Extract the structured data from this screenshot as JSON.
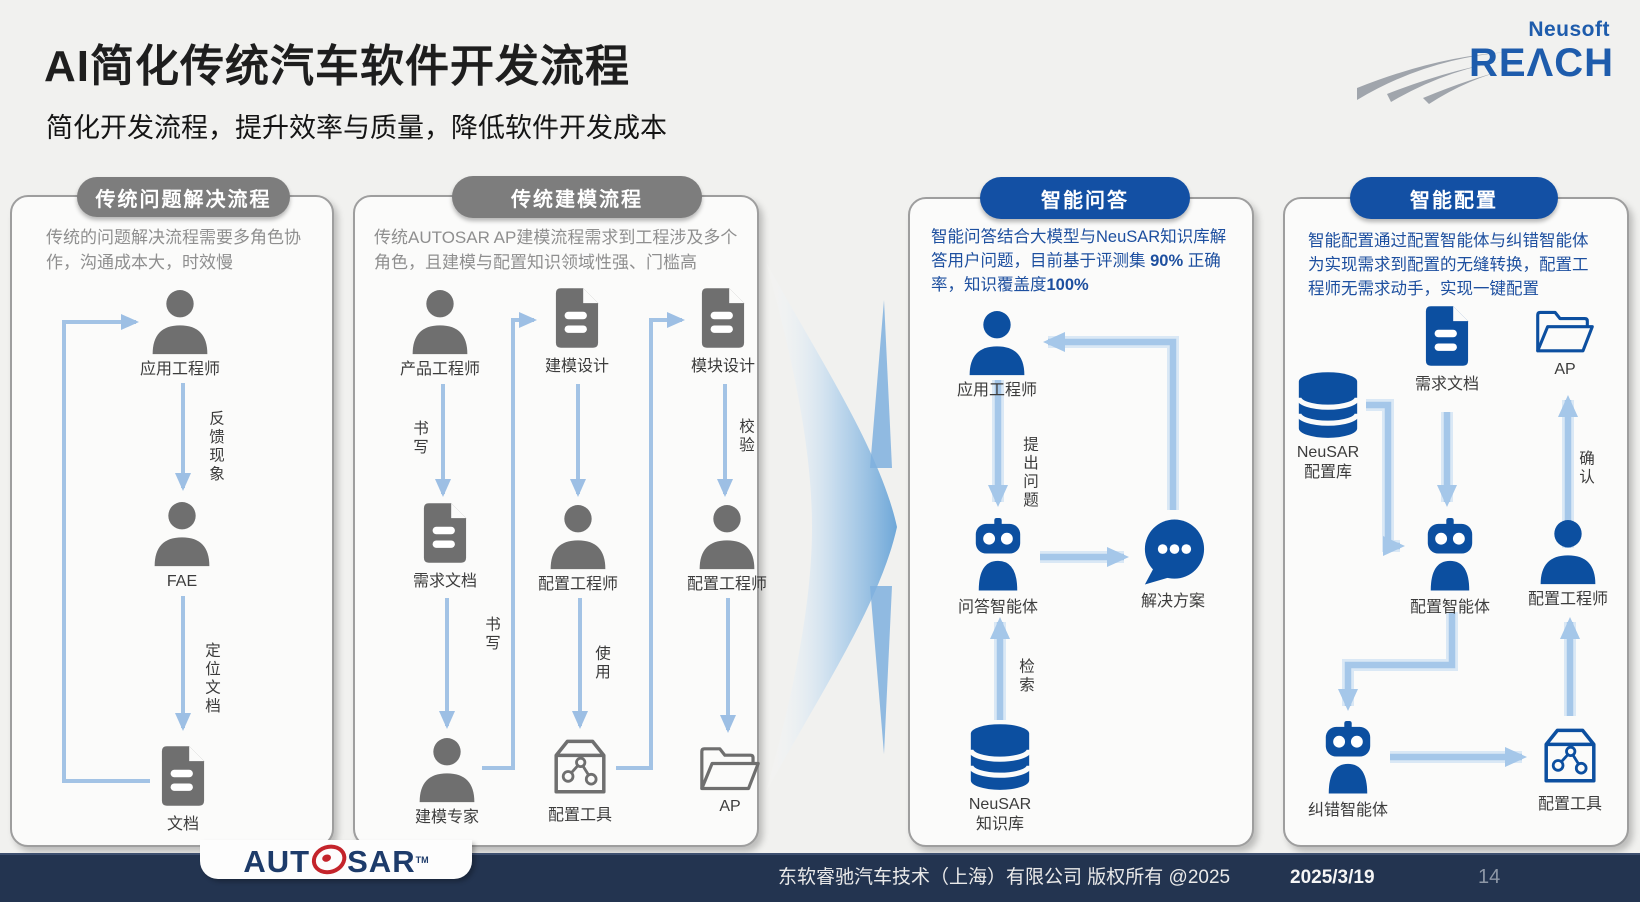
{
  "slide": {
    "title": "AI简化传统汽车软件开发流程",
    "subtitle": "简化开发流程，提升效率与质量，降低软件开发成本",
    "brand": {
      "company": "Neusoft",
      "product": "REΛCH"
    },
    "autosar": {
      "left": "AUT",
      "right": "SAR",
      "tm": "TM"
    },
    "footer": {
      "copyright": "东软睿驰汽车技术（上海）有限公司 版权所有 @2025",
      "date": "2025/3/19",
      "page": "14"
    }
  },
  "colors": {
    "background": "#f1f1ef",
    "panel_bg": "#fbfbfa",
    "pill_gray": "#7d7d7d",
    "pill_blue": "#1350a4",
    "icon_gray": "#6f6f6f",
    "icon_blue": "#0c4fa0",
    "arrow_light_blue": "#a5c7e9",
    "desc_gray": "#8f8f8f",
    "desc_blue": "#1d4f9f",
    "footer_navy": "#233450",
    "autosar_navy": "#1d3b6a",
    "autosar_red": "#c4242b"
  },
  "panels": [
    {
      "header": "传统问题解决流程",
      "description": "传统的问题解决流程需要多角色协作，沟通成本大，时效慢",
      "nodes": [
        {
          "icon": "person",
          "label": "应用工程师"
        },
        {
          "icon": "person",
          "label": "FAE"
        },
        {
          "icon": "document",
          "label": "文档"
        }
      ],
      "edge_labels": [
        {
          "text": "反馈现象"
        },
        {
          "text": "定位文档"
        }
      ]
    },
    {
      "header": "传统建模流程",
      "description": "传统AUTOSAR AP建模流程需求到工程涉及多个角色，且建模与配置知识领域性强、门槛高",
      "nodes": [
        {
          "icon": "person",
          "label": "产品工程师"
        },
        {
          "icon": "document",
          "label": "建模设计"
        },
        {
          "icon": "document",
          "label": "模块设计"
        },
        {
          "icon": "document",
          "label": "需求文档"
        },
        {
          "icon": "person",
          "label": "配置工程师"
        },
        {
          "icon": "person",
          "label": "配置工程师"
        },
        {
          "icon": "person",
          "label": "建模专家"
        },
        {
          "icon": "config-tool",
          "label": "配置工具"
        },
        {
          "icon": "folder",
          "label": "AP"
        }
      ],
      "edge_labels": [
        {
          "text": "书写"
        },
        {
          "text": "书写"
        },
        {
          "text": "使用"
        },
        {
          "text": "校验"
        }
      ]
    },
    {
      "header": "智能问答",
      "description_parts": {
        "p1": "智能问答结合大模型与NeuSAR知识库解答用户问题，目前基于评测集 ",
        "p2": "90%",
        "p3": " 正确率，知识覆盖度",
        "p4": "100%"
      },
      "nodes": [
        {
          "icon": "person",
          "label": "应用工程师"
        },
        {
          "icon": "robot",
          "label": "问答智能体"
        },
        {
          "icon": "chat-bubble",
          "label": "解决方案"
        },
        {
          "icon": "database",
          "label": "NeuSAR",
          "label2": "知识库"
        }
      ],
      "edge_labels": [
        {
          "text": "提出问题"
        },
        {
          "text": "检索"
        }
      ]
    },
    {
      "header": "智能配置",
      "description": "智能配置通过配置智能体与纠错智能体为实现需求到配置的无缝转换，配置工程师无需求动手，实现一键配置",
      "nodes": [
        {
          "icon": "database",
          "label": "NeuSAR",
          "label2": "配置库"
        },
        {
          "icon": "document",
          "label": "需求文档"
        },
        {
          "icon": "folder",
          "label": "AP"
        },
        {
          "icon": "robot",
          "label": "配置智能体"
        },
        {
          "icon": "person",
          "label": "配置工程师"
        },
        {
          "icon": "robot",
          "label": "纠错智能体"
        },
        {
          "icon": "config-tool",
          "label": "配置工具"
        }
      ],
      "edge_labels": [
        {
          "text": "确认"
        }
      ]
    }
  ]
}
